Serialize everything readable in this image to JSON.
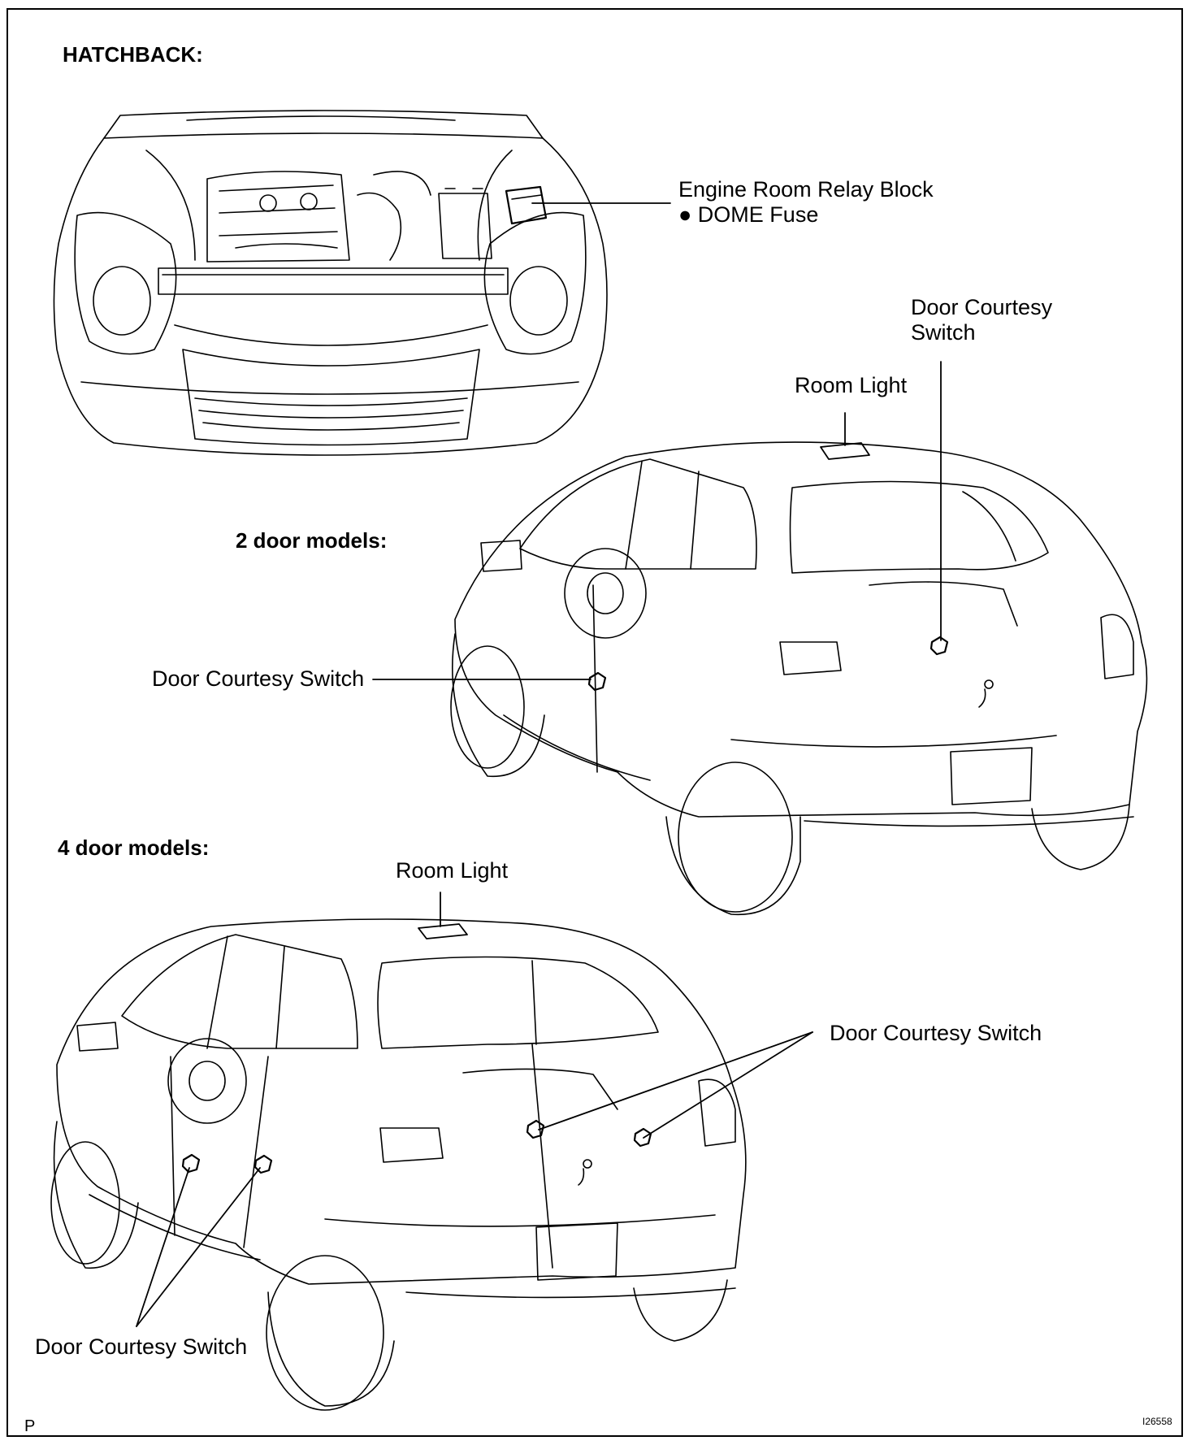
{
  "sections": {
    "hatchback": "HATCHBACK:",
    "two_door": "2 door models:",
    "four_door": "4 door models:"
  },
  "labels": {
    "relay_block_line1": "Engine Room Relay Block",
    "relay_block_line2": "● DOME Fuse",
    "door_courtesy_2d_rear_line1": "Door Courtesy",
    "door_courtesy_2d_rear_line2": "Switch",
    "room_light_2d": "Room Light",
    "door_courtesy_2d_front": "Door Courtesy Switch",
    "room_light_4d": "Room Light",
    "door_courtesy_4d_rear": "Door Courtesy Switch",
    "door_courtesy_4d_front": "Door Courtesy Switch"
  },
  "footer": {
    "page_marker": "P",
    "figure_id": "I26558"
  }
}
